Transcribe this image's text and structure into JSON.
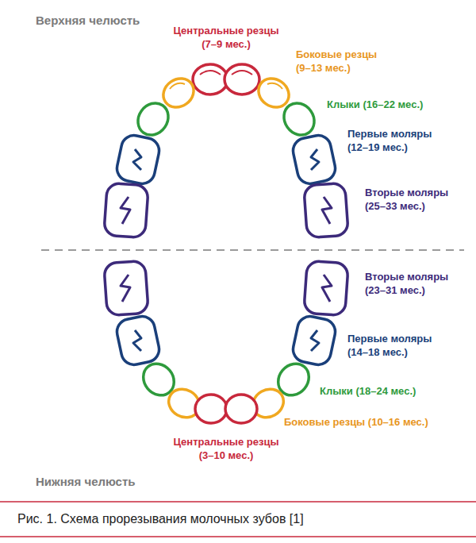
{
  "diagram": {
    "caption": "Рис. 1. Схема прорезывания молочных зубов [1]",
    "labels": [
      "Верхняя челюсть",
      "Центральные резцы (7–9 мес.)",
      "Боковые резцы (9–13 мес.)",
      "Клыки (16–22 мес.)",
      "Первые моляры (12–19 мес.)",
      "Вторые моляры (25–33 мес.)",
      "Вторые моляры (23–31 мес.)",
      "Первые моляры (14–18 мес.)",
      "Клыки (18–24 мес.)",
      "Боковые резцы (10–16 мес.)",
      "Центральные резцы (3–10 мес.)",
      "Нижняя челюсть"
    ]
  }
}
